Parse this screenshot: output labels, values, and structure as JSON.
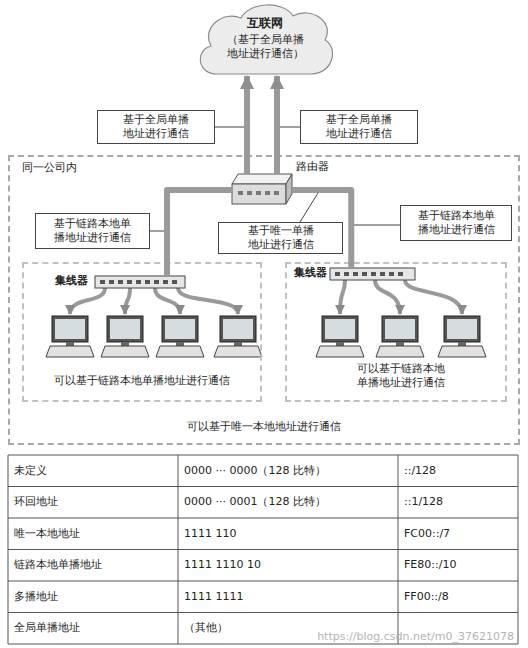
{
  "diagram": {
    "nodes": [
      {
        "text": [
          "互联网",
          "（基于全局单播地址进行通信）"
        ]
      },
      {
        "text": [
          "基于全局单播地址进行通信"
        ]
      },
      {
        "text": [
          "基于全局单播地址进行通信"
        ]
      },
      {
        "text": [
          "同一公司内",
          "可以基于唯一本地地址进行通信"
        ]
      },
      {
        "text": [
          "路由器"
        ],
        "in": 3
      },
      {
        "text": [
          "基于链路本地单播地址进行通信"
        ],
        "in": 3
      },
      {
        "text": [
          "基于唯一单播地址进行通信"
        ],
        "in": 3
      },
      {
        "text": [
          "基于链路本地单播地址进行通信"
        ],
        "in": 3
      },
      {
        "text": [
          "可以基于链路本地单播地址进行通信"
        ],
        "in": 3
      },
      {
        "text": [
          "集线器"
        ],
        "in": 8
      },
      {
        "text": [
          "可以基于链路本地单播地址进行通信"
        ],
        "in": 3
      },
      {
        "text": [
          "集线器"
        ],
        "in": 10
      }
    ],
    "edges": [
      {
        "from": 4,
        "to": 0,
        "arrow": "to"
      },
      {
        "from": 4,
        "to": 0,
        "arrow": "to"
      },
      {
        "from": 9,
        "to": 4,
        "arrow": "none"
      },
      {
        "from": 4,
        "to": 11,
        "arrow": "none"
      }
    ],
    "labels": [
      "未定义",
      "0000 ··· 0000（128 比特）",
      "::/128",
      "环回地址",
      "0000 ··· 0001（128 比特）",
      "::1/128",
      "唯一本地地址",
      "1111 110",
      "FC00::/7",
      "链路本地单播地址",
      "1111 1110 10",
      "FE80::/10",
      "多播地址",
      "1111 1111",
      "FF00::/8",
      "全局单播地址",
      "（其他）",
      "https://blog.csdn.net/m0_37621078"
    ]
  }
}
